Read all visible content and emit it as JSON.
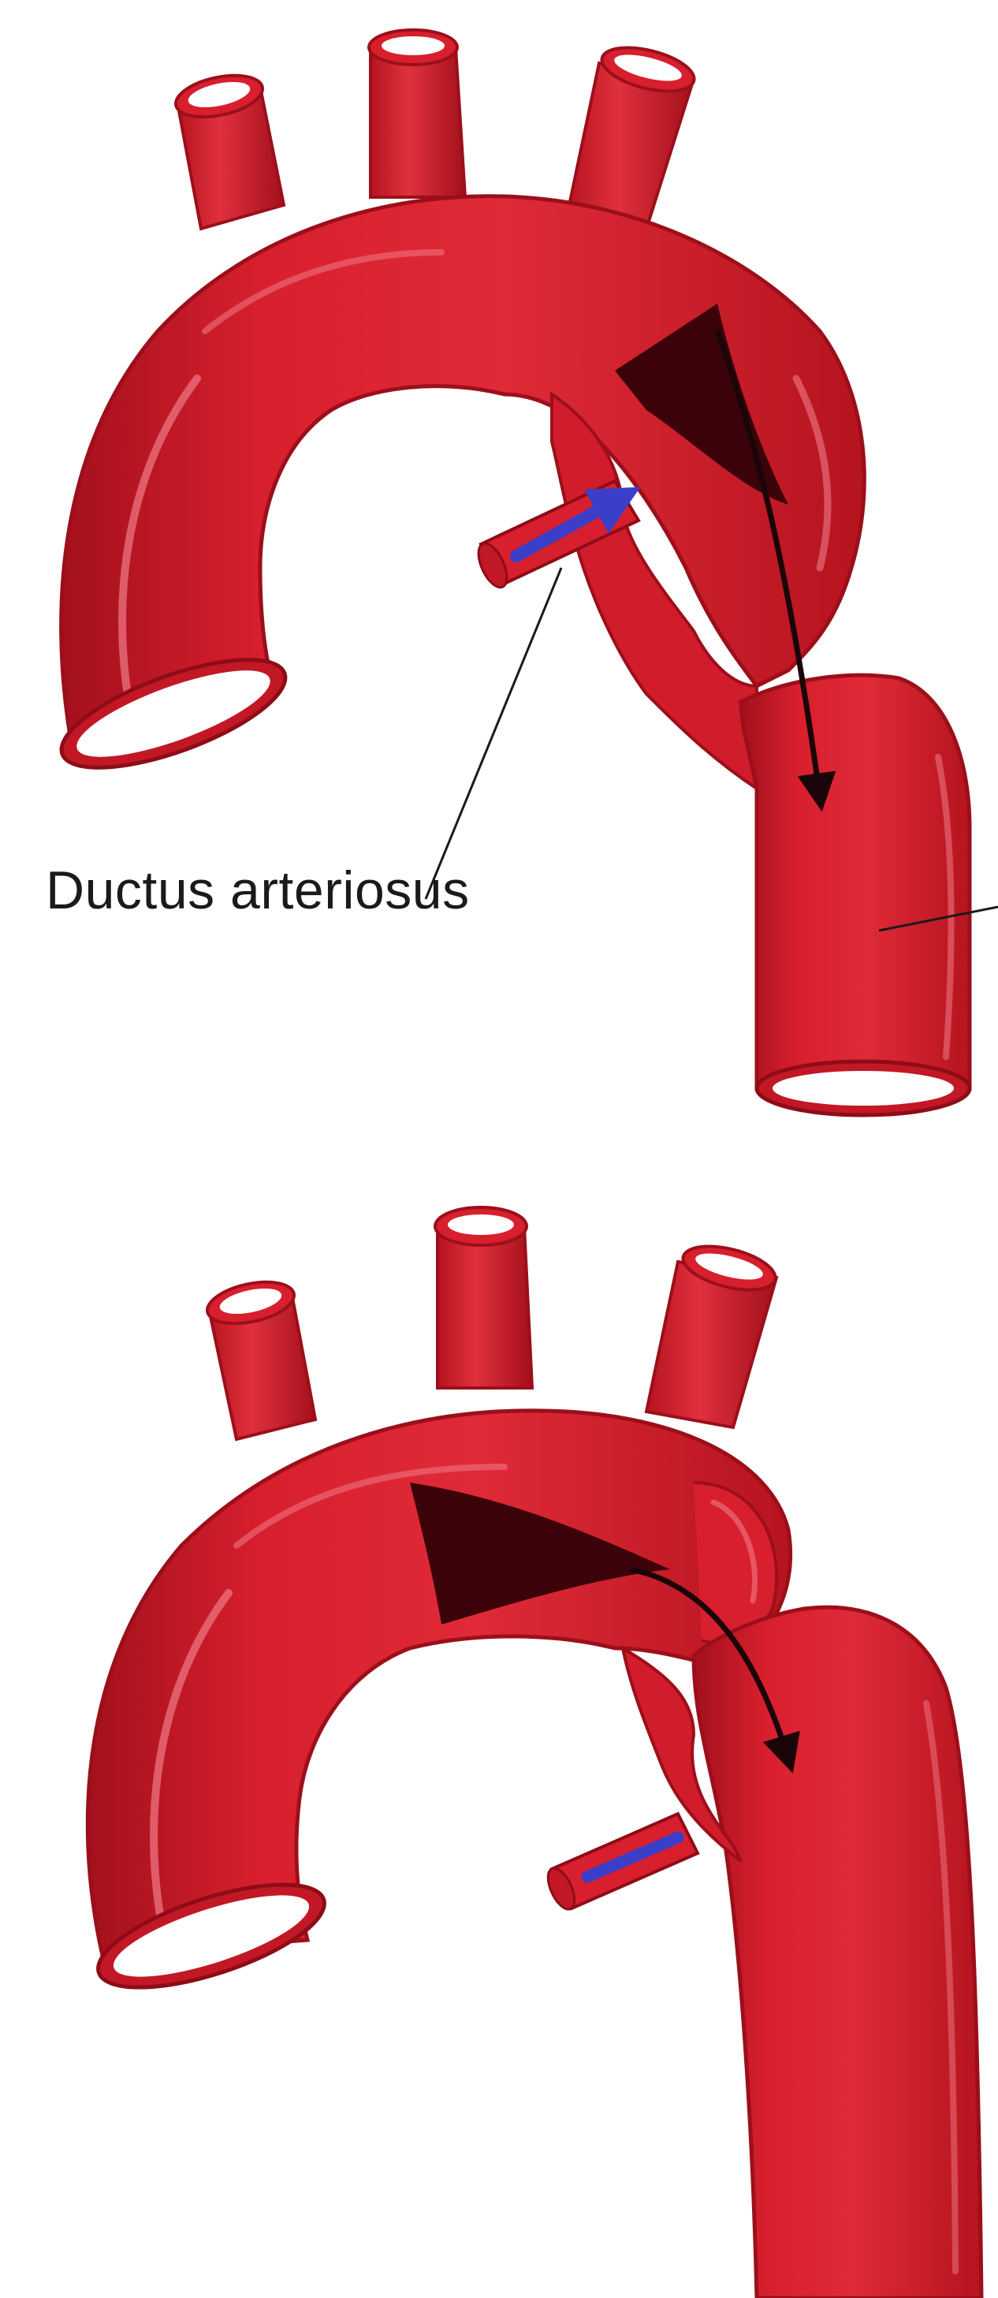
{
  "labels": {
    "ductus_arteriosus": "Ductus arteriosus"
  },
  "colors": {
    "vessel": "#d81f2e",
    "vessel_dark": "#a3101c",
    "vessel_edge": "#b5141f",
    "highlight": "#f07a86",
    "lumen_dark": "#3b0309",
    "blood_flow_arrow": "#2b1014",
    "ductal_flow_arrow": "#3a3ec8",
    "opening": "#ffffff"
  },
  "panels": [
    {
      "name": "top-panel",
      "vessels": [
        "aortic-arch",
        "brachiocephalic-branch",
        "left-carotid-branch",
        "left-subclavian-branch",
        "ascending-aorta-opening",
        "descending-aorta",
        "ductus-arteriosus-stub"
      ]
    },
    {
      "name": "bottom-panel",
      "vessels": [
        "aortic-arch",
        "brachiocephalic-branch",
        "left-carotid-branch",
        "left-subclavian-branch",
        "ascending-aorta-opening",
        "descending-aorta",
        "ductus-arteriosus-stub"
      ]
    }
  ]
}
